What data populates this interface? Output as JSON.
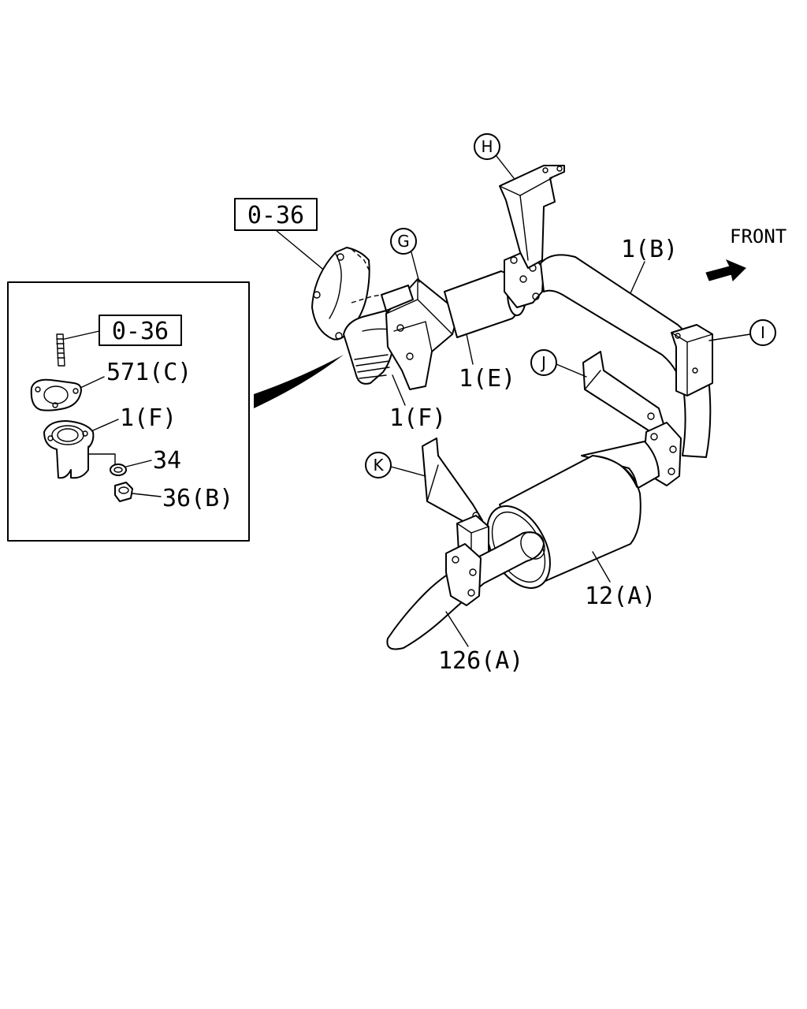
{
  "inset": {
    "ref_box": "0-36",
    "labels": {
      "gasket": "571(C)",
      "flange": "1(F)",
      "washer": "34",
      "nut": "36(B)"
    }
  },
  "main": {
    "ref_box": "0-36",
    "callouts": {
      "g": "G",
      "h": "H",
      "i": "I",
      "j": "J",
      "k": "K"
    },
    "labels": {
      "pipe_b": "1(B)",
      "pipe_e": "1(E)",
      "pipe_f": "1(F)",
      "muffler": "12(A)",
      "tail_pipe": "126(A)"
    },
    "front_label": "FRONT"
  }
}
